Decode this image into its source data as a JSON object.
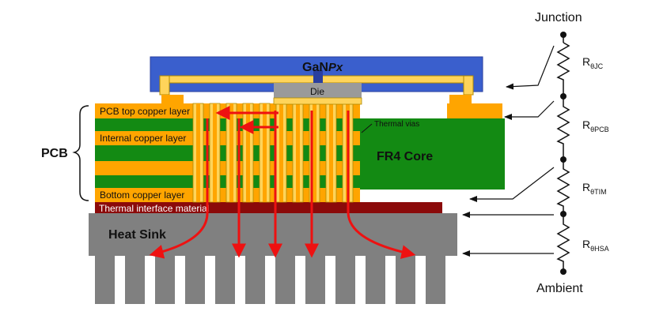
{
  "package_label_main": "GaN",
  "package_label_italic": "Px",
  "die_label": "Die",
  "pcb_bracket_label": "PCB",
  "layers": {
    "top": "PCB top copper layer",
    "internal": "Internal copper layer",
    "bottom": "Bottom copper layer",
    "core": "FR4 Core",
    "vias": "Thermal vias",
    "tim": "Thermal interface material",
    "heatsink": "Heat Sink"
  },
  "network": {
    "junction": "Junction",
    "ambient": "Ambient",
    "resistors": [
      {
        "main": "R",
        "sub": "θJC"
      },
      {
        "main": "R",
        "sub": "θPCB"
      },
      {
        "main": "R",
        "sub": "θTIM"
      },
      {
        "main": "R",
        "sub": "θHSA"
      }
    ]
  },
  "colors": {
    "package": "#3a5fcd",
    "copper": "#ffa500",
    "fr4": "#138a13",
    "via": "#ffd45a",
    "tim": "#8b0a0a",
    "heatsink": "#808080",
    "die": "#9a9a9a",
    "heat_arrow": "#ee1111"
  }
}
